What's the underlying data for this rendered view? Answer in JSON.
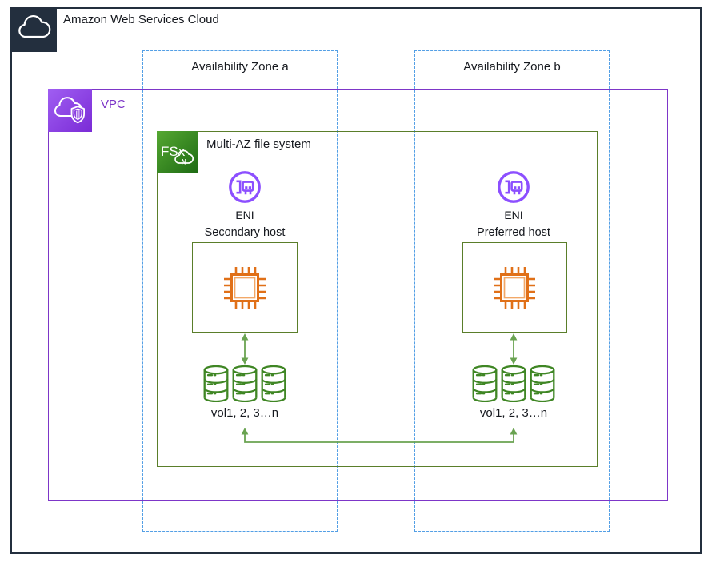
{
  "diagram": {
    "title": "Amazon Web Services Cloud",
    "vpc": {
      "label": "VPC"
    },
    "filesystem": {
      "label": "Multi-AZ file system",
      "fsx_icon_text": "FSx",
      "fsx_icon_letter": "N"
    },
    "zones": [
      {
        "label": "Availability Zone a"
      },
      {
        "label": "Availability Zone b"
      }
    ],
    "columns": [
      {
        "eni_label": "ENI",
        "host_label": "Secondary host",
        "volumes_label": "vol1, 2, 3…n"
      },
      {
        "eni_label": "ENI",
        "host_label": "Preferred host",
        "volumes_label": "vol1, 2, 3…n"
      }
    ],
    "colors": {
      "aws_dark": "#232f3e",
      "az_dashed_blue": "#539fe5",
      "vpc_purple": "#7d36c8",
      "eni_purple": "#8c4fff",
      "filesystem_green": "#5a7e2a",
      "arrow_green": "#6aa351",
      "volume_green": "#3f8624",
      "chip_orange": "#e07018"
    }
  }
}
